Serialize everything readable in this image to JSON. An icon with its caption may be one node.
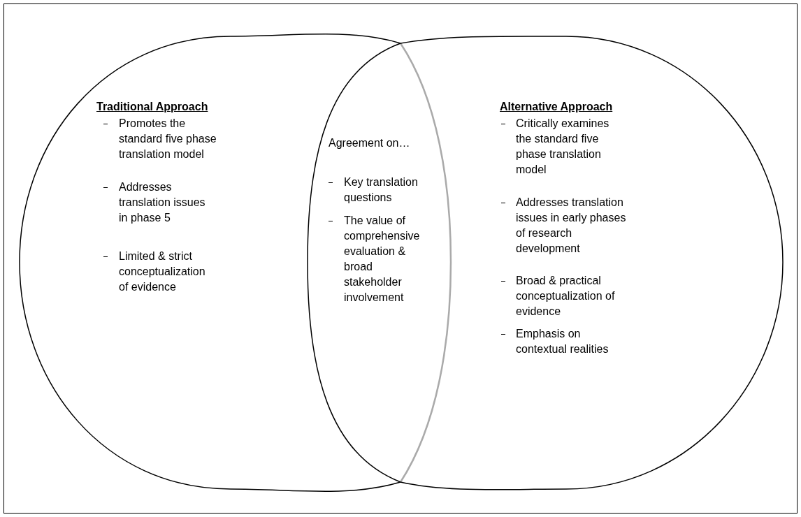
{
  "diagram": {
    "nodes": [
      {
        "text": [
          "Traditional Approach",
          "Promotes the standard five phase translation model",
          "Addresses translation issues in phase 5",
          "Limited & strict conceptualization of evidence"
        ]
      },
      {
        "text": [
          "Agreement on…",
          "Key translation questions",
          "The value of comprehensive evaluation & broad stakeholder involvement"
        ]
      },
      {
        "text": [
          "Alternative Approach",
          "Critically examines the standard five phase translation model",
          "Addresses translation issues in early phases of research development",
          "Broad & practical conceptualization of evidence",
          "Emphasis on contextual realities"
        ]
      }
    ]
  }
}
